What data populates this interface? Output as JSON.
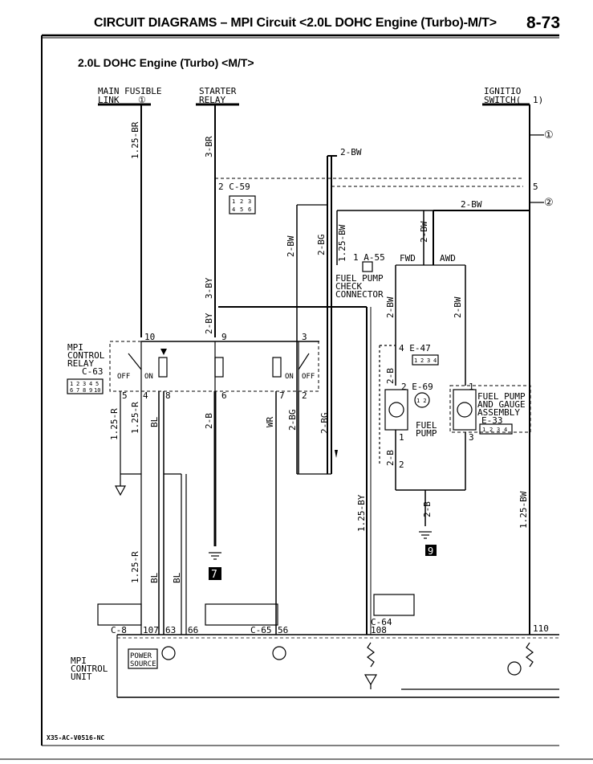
{
  "header": {
    "title": "CIRCUIT DIAGRAMS – MPI Circuit <2.0L DOHC Engine (Turbo)-M/T>",
    "page": "8-73"
  },
  "subtitle": "2.0L DOHC Engine (Turbo) <M/T>",
  "footer": "X35-AC-V0516-NC",
  "components": {
    "mfl_1": "MAIN FUSIBLE",
    "mfl_2": "LINK",
    "mfl_num": "①",
    "sr_1": "STARTER",
    "sr_2": "RELAY",
    "ign_1": "IGNITIO",
    "ign_2": "SWITCH(",
    "ign_num": "1)",
    "conn_c59": "2 C-59",
    "relay_1": "MPI",
    "relay_2": "CONTROL",
    "relay_3": "RELAY",
    "relay_conn": "C-63",
    "a55": "1 A-55",
    "fpc_1": "FUEL PUMP",
    "fpc_2": "CHECK",
    "fpc_3": "CONNECTOR",
    "fwd": "FWD",
    "awd": "AWD",
    "e47": "4 E-47",
    "e69": "2 E-69",
    "fuel_pump_1": "FUEL",
    "fuel_pump_2": "PUMP",
    "fpg_1": "FUEL PUMP",
    "fpg_2": "AND GAUGE",
    "fpg_3": "ASSEMBLY",
    "fpg_conn": "E-33",
    "ecu_1": "MPI",
    "ecu_2": "CONTROL",
    "ecu_3": "UNIT",
    "power_1": "POWER",
    "power_2": "SOURCE",
    "c64": "C-64",
    "c65": "C-65",
    "c8": "C-8",
    "circle_1": "①",
    "circle_2": "②",
    "ground_7": "7",
    "ground_9": "9",
    "off_l": "OFF",
    "on_l": "ON",
    "on_r": "ON",
    "off_r": "OFF"
  },
  "wires": {
    "w1": "1.25-BR",
    "w2": "3-BR",
    "w3": "2-BW",
    "w4": "2-BW",
    "w5": "2-BW",
    "w6": "2-BG",
    "w7": "1.25-BW",
    "w8": "2-BW",
    "w9": "3-BY",
    "w10": "2-BY",
    "w11": "1.25-R",
    "w12": "1.25-R",
    "w13": "BL",
    "w14": "2-B",
    "w15": "WR",
    "w16": "2-BG",
    "w17": "2-BG",
    "w18": "2-BW",
    "w19": "2-BW",
    "w20": "2-B",
    "w21": "2-B",
    "w22": "1.25-BY",
    "w23": "1.25-BW",
    "w24": "1.25-R",
    "w25": "BL",
    "w26": "BL"
  },
  "pins": {
    "p10": "10",
    "p9": "9",
    "p3": "3",
    "p5": "5",
    "p4": "4",
    "p8": "8",
    "p6": "6",
    "p7": "7",
    "p2": "2",
    "p5r": "5",
    "p1a": "1",
    "p2e": "2",
    "p1b": "1",
    "p3b": "3",
    "p2b": "2",
    "p107": "107",
    "p63": "63",
    "p66": "66",
    "p56": "56",
    "p108": "108",
    "p110": "110"
  },
  "connector_pins": {
    "c59": [
      "1",
      "2",
      "3",
      "4",
      "5",
      "6"
    ],
    "c63": [
      "1",
      "2",
      "3",
      "4",
      "5",
      "6",
      "7",
      "8",
      "9",
      "10"
    ],
    "e47": [
      "1",
      "2",
      "3",
      "4"
    ],
    "e33": [
      "1",
      "2",
      "3",
      "4"
    ],
    "e69": "1 2"
  }
}
